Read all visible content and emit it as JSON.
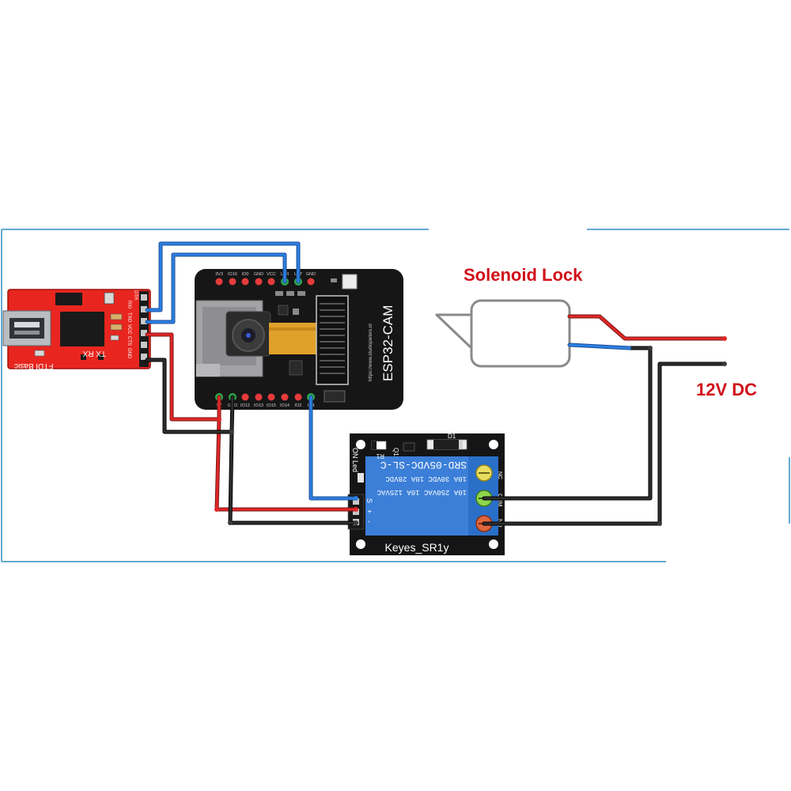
{
  "labels": {
    "solenoid": "Solenoid Lock",
    "supply": "12V DC"
  },
  "ftdi": {
    "name": "FTDI Basic",
    "leds": "TX RX",
    "pins": [
      "DTR",
      "RXI",
      "TXO",
      "VCC",
      "CTS",
      "GND"
    ]
  },
  "esp32": {
    "name": "ESP32-CAM",
    "url": "https://www.studiopieters.nl",
    "top_pins": [
      "3V3",
      "IO16",
      "IO0",
      "GND",
      "VCC",
      "U0R",
      "U0T",
      "GND"
    ],
    "bottom_pins": [
      "5V",
      "GND",
      "IO12",
      "IO13",
      "IO15",
      "IO14",
      "IO2",
      "IO4"
    ]
  },
  "relay": {
    "name": "Keyes_SR1y",
    "model": "SRD-05VDC-SL-C",
    "rating1": "10A 30VDC 10A 28VDC",
    "rating2": "10A 250VAC 10A 125VAC",
    "led_label": "ON Led",
    "r1": "R1",
    "q1": "Q1",
    "d1": "D1",
    "in_pins": [
      "S",
      "+",
      "-"
    ],
    "terminals": [
      "NC",
      "COM",
      "NO"
    ]
  },
  "colors": {
    "wire_red": "#d42020",
    "wire_black": "#1a1a1a",
    "wire_blue": "#2b6fd0",
    "label_red": "#d0101a",
    "ftdi_red": "#e8261f",
    "relay_blue": "#3c7fd8",
    "frame_blue": "#2f8fc4"
  }
}
